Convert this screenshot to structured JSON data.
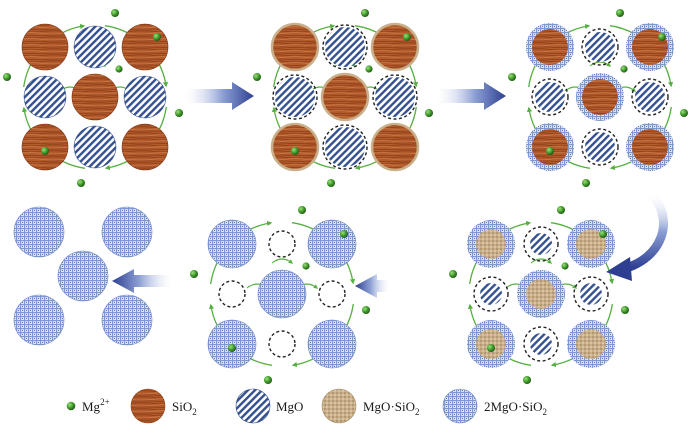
{
  "legend": {
    "mg_ion": {
      "base": "Mg",
      "sup": "2+"
    },
    "sio2": {
      "base": "SiO",
      "sub": "2"
    },
    "mgo": {
      "base": "MgO"
    },
    "mgo_sio2": {
      "base": "MgO·SiO",
      "sub": "2"
    },
    "two_mgo_sio2": {
      "base": "2MgO·SiO",
      "sub": "2"
    }
  },
  "colors": {
    "sio2": "#b0582a",
    "sio2_grain": "#8a3c16",
    "mgo_stripe": "#34508f",
    "mgo_sio2": "#c9b08a",
    "two_mgo_sio2": "#7e98cc",
    "two_mgo_sio2_bg": "#dbe3f4",
    "mg_ion": "#3f9a2a",
    "cycle_arrow": "#55b040",
    "process_arrow": "#3b4f9e"
  },
  "stages": [
    {
      "stage": 1,
      "corners": "SiO2",
      "center": "SiO2",
      "edges": "MgO"
    },
    {
      "stage": 2,
      "corners": "SiO2",
      "center": "SiO2",
      "edges": "MgO"
    },
    {
      "stage": 3,
      "corners": "SiO2 + 2MgO·SiO2 shell",
      "center": "SiO2 + 2MgO·SiO2 shell",
      "edges": "MgO"
    },
    {
      "stage": 4,
      "corners": "MgO·SiO2 + 2MgO·SiO2 shell",
      "center": "MgO·SiO2 + 2MgO·SiO2 shell",
      "edges": "MgO"
    },
    {
      "stage": 5,
      "corners": "2MgO·SiO2",
      "center": "2MgO·SiO2",
      "edges": "void"
    },
    {
      "stage": 6,
      "corners": "2MgO·SiO2",
      "center": "2MgO·SiO2",
      "edges": "none"
    }
  ]
}
